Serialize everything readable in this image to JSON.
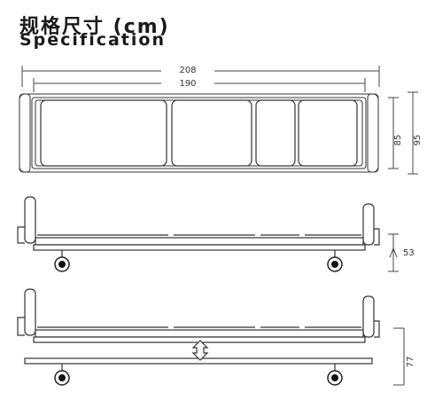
{
  "header": {
    "title_zh": "规格尺寸 (cm)",
    "title_en": "Specification"
  },
  "dimensions": {
    "outer_length": "208",
    "inner_length": "190",
    "inner_width": "85",
    "outer_width": "95",
    "bed_height_low": "53",
    "bed_height_high": "77"
  }
}
